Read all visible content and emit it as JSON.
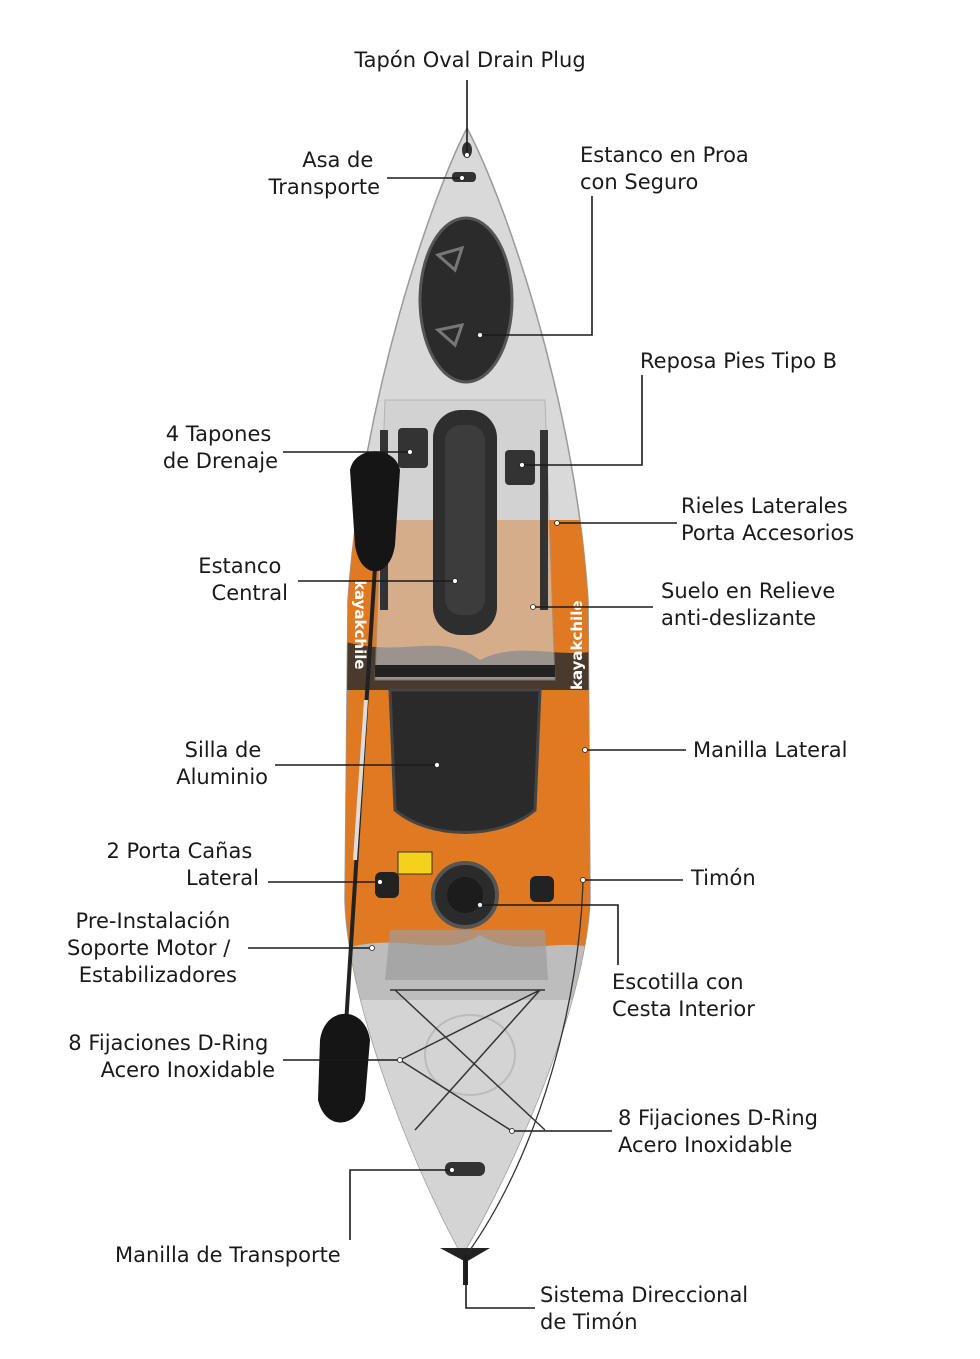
{
  "labels": {
    "drain_plug": [
      "Tapón Oval Drain Plug"
    ],
    "carry_handle_bow": [
      "Asa de",
      "Transporte"
    ],
    "bow_hatch": [
      "Estanco en Proa",
      "con Seguro"
    ],
    "footrest": [
      "Reposa Pies Tipo B"
    ],
    "scupper_plugs": [
      "4 Tapones",
      "de Drenaje"
    ],
    "side_rails": [
      "Rieles Laterales",
      "Porta Accesorios"
    ],
    "center_hatch": [
      "Estanco",
      "Central"
    ],
    "deck_floor": [
      "Suelo en Relieve",
      "anti-deslizante"
    ],
    "seat": [
      "Silla de",
      "Aluminio"
    ],
    "side_handle": [
      "Manilla Lateral"
    ],
    "rod_holders": [
      "2 Porta Cañas",
      "Lateral"
    ],
    "rudder": [
      "Timón"
    ],
    "motor_mount": [
      "Pre-Instalación",
      "Soporte Motor /",
      "Estabilizadores"
    ],
    "rear_hatch": [
      "Escotilla con",
      "Cesta Interior"
    ],
    "d_rings_left": [
      "8 Fijaciones D-Ring",
      "Acero Inoxidable"
    ],
    "d_rings_right": [
      "8 Fijaciones D-Ring",
      "Acero Inoxidable"
    ],
    "carry_handle_stern": [
      "Manilla de Transporte"
    ],
    "steering_system": [
      "Sistema Direccional",
      "de Timón"
    ]
  },
  "brand_text": "kayakchile",
  "colors": {
    "hull": "#d9d9d9",
    "orange": "#e07a22",
    "dark": "#2a2a2a",
    "line": "#1a1a1a"
  }
}
